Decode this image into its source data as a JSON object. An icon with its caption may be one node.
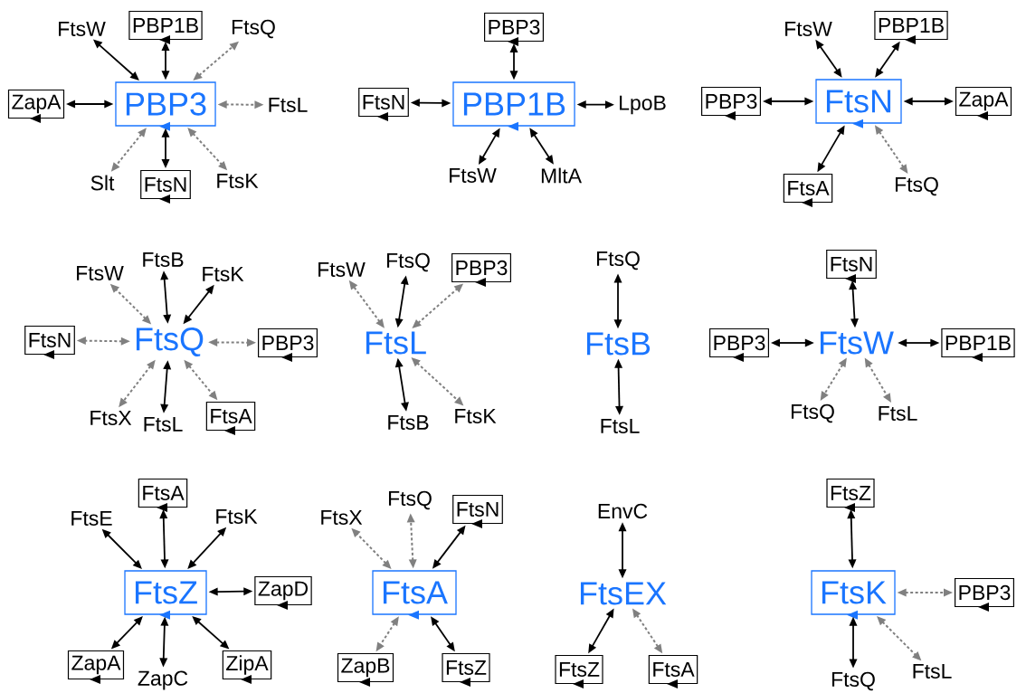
{
  "diagram": {
    "nodes": [
      {
        "text": [
          "PBP3"
        ]
      },
      {
        "text": [
          "FtsW"
        ]
      },
      {
        "text": [
          "PBP1B"
        ]
      },
      {
        "text": [
          "FtsQ"
        ]
      },
      {
        "text": [
          "ZapA"
        ]
      },
      {
        "text": [
          "FtsL"
        ]
      },
      {
        "text": [
          "Slt"
        ]
      },
      {
        "text": [
          "FtsN"
        ]
      },
      {
        "text": [
          "FtsK"
        ]
      },
      {
        "text": [
          "PBP1B"
        ]
      },
      {
        "text": [
          "PBP3"
        ]
      },
      {
        "text": [
          "FtsN"
        ]
      },
      {
        "text": [
          "LpoB"
        ]
      },
      {
        "text": [
          "FtsW"
        ]
      },
      {
        "text": [
          "MltA"
        ]
      },
      {
        "text": [
          "FtsN"
        ]
      },
      {
        "text": [
          "FtsW"
        ]
      },
      {
        "text": [
          "PBP1B"
        ]
      },
      {
        "text": [
          "PBP3"
        ]
      },
      {
        "text": [
          "ZapA"
        ]
      },
      {
        "text": [
          "FtsA"
        ]
      },
      {
        "text": [
          "FtsQ"
        ]
      },
      {
        "text": [
          "FtsQ"
        ]
      },
      {
        "text": [
          "FtsW"
        ]
      },
      {
        "text": [
          "FtsB"
        ]
      },
      {
        "text": [
          "FtsK"
        ]
      },
      {
        "text": [
          "FtsN"
        ]
      },
      {
        "text": [
          "PBP3"
        ]
      },
      {
        "text": [
          "FtsX"
        ]
      },
      {
        "text": [
          "FtsL"
        ]
      },
      {
        "text": [
          "FtsA"
        ]
      },
      {
        "text": [
          "FtsL"
        ]
      },
      {
        "text": [
          "FtsW"
        ]
      },
      {
        "text": [
          "FtsQ"
        ]
      },
      {
        "text": [
          "PBP3"
        ]
      },
      {
        "text": [
          "FtsB"
        ]
      },
      {
        "text": [
          "FtsK"
        ]
      },
      {
        "text": [
          "FtsB"
        ]
      },
      {
        "text": [
          "FtsQ"
        ]
      },
      {
        "text": [
          "FtsL"
        ]
      },
      {
        "text": [
          "FtsW"
        ]
      },
      {
        "text": [
          "FtsN"
        ]
      },
      {
        "text": [
          "PBP3"
        ]
      },
      {
        "text": [
          "PBP1B"
        ]
      },
      {
        "text": [
          "FtsQ"
        ]
      },
      {
        "text": [
          "FtsL"
        ]
      },
      {
        "text": [
          "FtsZ"
        ]
      },
      {
        "text": [
          "FtsE"
        ]
      },
      {
        "text": [
          "FtsA"
        ]
      },
      {
        "text": [
          "FtsK"
        ]
      },
      {
        "text": [
          "ZapD"
        ]
      },
      {
        "text": [
          "ZapA"
        ]
      },
      {
        "text": [
          "ZapC"
        ]
      },
      {
        "text": [
          "ZipA"
        ]
      },
      {
        "text": [
          "FtsA"
        ]
      },
      {
        "text": [
          "FtsX"
        ]
      },
      {
        "text": [
          "FtsQ"
        ]
      },
      {
        "text": [
          "FtsN"
        ]
      },
      {
        "text": [
          "ZapB"
        ]
      },
      {
        "text": [
          "FtsZ"
        ]
      },
      {
        "text": [
          "FtsEX"
        ]
      },
      {
        "text": [
          "EnvC"
        ]
      },
      {
        "text": [
          "FtsZ"
        ]
      },
      {
        "text": [
          "FtsA"
        ]
      },
      {
        "text": [
          "FtsK"
        ]
      },
      {
        "text": [
          "FtsZ"
        ]
      },
      {
        "text": [
          "PBP3"
        ]
      },
      {
        "text": [
          "FtsQ"
        ]
      },
      {
        "text": [
          "FtsL"
        ]
      }
    ],
    "edges": [
      {
        "from": 0,
        "to": 1,
        "arrow": "both"
      },
      {
        "from": 0,
        "to": 2,
        "arrow": "both"
      },
      {
        "from": 0,
        "to": 3,
        "arrow": "both",
        "style": "dashed",
        "color": "#808080"
      },
      {
        "from": 0,
        "to": 4,
        "arrow": "both"
      },
      {
        "from": 0,
        "to": 5,
        "arrow": "both",
        "style": "dashed",
        "color": "#808080"
      },
      {
        "from": 0,
        "to": 6,
        "arrow": "both",
        "style": "dashed",
        "color": "#808080"
      },
      {
        "from": 0,
        "to": 7,
        "arrow": "both"
      },
      {
        "from": 0,
        "to": 8,
        "arrow": "both",
        "style": "dashed",
        "color": "#808080"
      },
      {
        "from": 9,
        "to": 10,
        "arrow": "both"
      },
      {
        "from": 9,
        "to": 11,
        "arrow": "both"
      },
      {
        "from": 9,
        "to": 12,
        "arrow": "both"
      },
      {
        "from": 9,
        "to": 13,
        "arrow": "both"
      },
      {
        "from": 9,
        "to": 14,
        "arrow": "both"
      },
      {
        "from": 15,
        "to": 16,
        "arrow": "both"
      },
      {
        "from": 15,
        "to": 17,
        "arrow": "both"
      },
      {
        "from": 15,
        "to": 18,
        "arrow": "both"
      },
      {
        "from": 15,
        "to": 19,
        "arrow": "both"
      },
      {
        "from": 15,
        "to": 20,
        "arrow": "both"
      },
      {
        "from": 15,
        "to": 21,
        "arrow": "both",
        "style": "dashed",
        "color": "#808080"
      },
      {
        "from": 22,
        "to": 23,
        "arrow": "both",
        "style": "dashed",
        "color": "#808080"
      },
      {
        "from": 22,
        "to": 24,
        "arrow": "both"
      },
      {
        "from": 22,
        "to": 25,
        "arrow": "both"
      },
      {
        "from": 22,
        "to": 26,
        "arrow": "both",
        "style": "dashed",
        "color": "#808080"
      },
      {
        "from": 22,
        "to": 27,
        "arrow": "both",
        "style": "dashed",
        "color": "#808080"
      },
      {
        "from": 22,
        "to": 28,
        "arrow": "both",
        "style": "dashed",
        "color": "#808080"
      },
      {
        "from": 22,
        "to": 29,
        "arrow": "both"
      },
      {
        "from": 22,
        "to": 30,
        "arrow": "both",
        "style": "dashed",
        "color": "#808080"
      },
      {
        "from": 31,
        "to": 32,
        "arrow": "both",
        "style": "dashed",
        "color": "#808080"
      },
      {
        "from": 31,
        "to": 33,
        "arrow": "both"
      },
      {
        "from": 31,
        "to": 34,
        "arrow": "both",
        "style": "dashed",
        "color": "#808080"
      },
      {
        "from": 31,
        "to": 35,
        "arrow": "both"
      },
      {
        "from": 31,
        "to": 36,
        "arrow": "both",
        "style": "dashed",
        "color": "#808080"
      },
      {
        "from": 37,
        "to": 38,
        "arrow": "both"
      },
      {
        "from": 37,
        "to": 39,
        "arrow": "both"
      },
      {
        "from": 40,
        "to": 41,
        "arrow": "both"
      },
      {
        "from": 40,
        "to": 42,
        "arrow": "both"
      },
      {
        "from": 40,
        "to": 43,
        "arrow": "both"
      },
      {
        "from": 40,
        "to": 44,
        "arrow": "both",
        "style": "dashed",
        "color": "#808080"
      },
      {
        "from": 40,
        "to": 45,
        "arrow": "both",
        "style": "dashed",
        "color": "#808080"
      },
      {
        "from": 46,
        "to": 47,
        "arrow": "both"
      },
      {
        "from": 46,
        "to": 48,
        "arrow": "both"
      },
      {
        "from": 46,
        "to": 49,
        "arrow": "both"
      },
      {
        "from": 46,
        "to": 50,
        "arrow": "both"
      },
      {
        "from": 46,
        "to": 51,
        "arrow": "both"
      },
      {
        "from": 46,
        "to": 52,
        "arrow": "both"
      },
      {
        "from": 46,
        "to": 53,
        "arrow": "both"
      },
      {
        "from": 54,
        "to": 55,
        "arrow": "both",
        "style": "dashed",
        "color": "#808080"
      },
      {
        "from": 54,
        "to": 56,
        "arrow": "both",
        "style": "dashed",
        "color": "#808080"
      },
      {
        "from": 54,
        "to": 57,
        "arrow": "both"
      },
      {
        "from": 54,
        "to": 58,
        "arrow": "both",
        "style": "dashed",
        "color": "#808080"
      },
      {
        "from": 54,
        "to": 59,
        "arrow": "both"
      },
      {
        "from": 60,
        "to": 61,
        "arrow": "both"
      },
      {
        "from": 60,
        "to": 62,
        "arrow": "both"
      },
      {
        "from": 60,
        "to": 63,
        "arrow": "both",
        "style": "dashed",
        "color": "#808080"
      },
      {
        "from": 64,
        "to": 65,
        "arrow": "both"
      },
      {
        "from": 64,
        "to": 66,
        "arrow": "both",
        "style": "dashed",
        "color": "#808080"
      },
      {
        "from": 64,
        "to": 67,
        "arrow": "both"
      },
      {
        "from": 64,
        "to": 68,
        "arrow": "both",
        "style": "dashed",
        "color": "#808080"
      }
    ]
  }
}
